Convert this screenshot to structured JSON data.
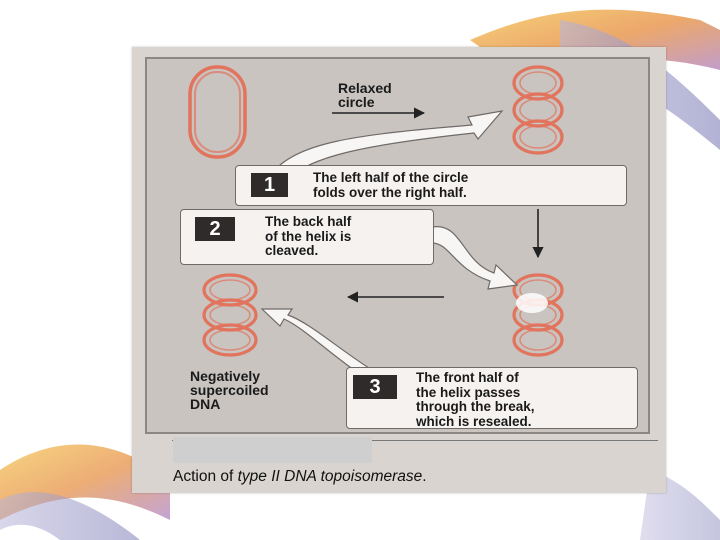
{
  "labels": {
    "relaxed_circle": "Relaxed\ncircle",
    "negatively_supercoiled": "Negatively\nsupercoiled\nDNA"
  },
  "steps": [
    {
      "number": "1",
      "text": "The left half of the circle\nfolds over the right half."
    },
    {
      "number": "2",
      "text": "The back half\nof the helix is\ncleaved."
    },
    {
      "number": "3",
      "text": "The front half of\nthe helix passes\nthrough the break,\nwhich is resealed."
    }
  ],
  "caption": {
    "prefix": "Action of ",
    "italic": "type II DNA topoisomerase",
    "suffix": "."
  },
  "colors": {
    "dna_strand": "#e2735c",
    "panel": "#c9c4c0",
    "callout_fill": "#f8f6f4",
    "number_box": "#2e2b2a"
  }
}
